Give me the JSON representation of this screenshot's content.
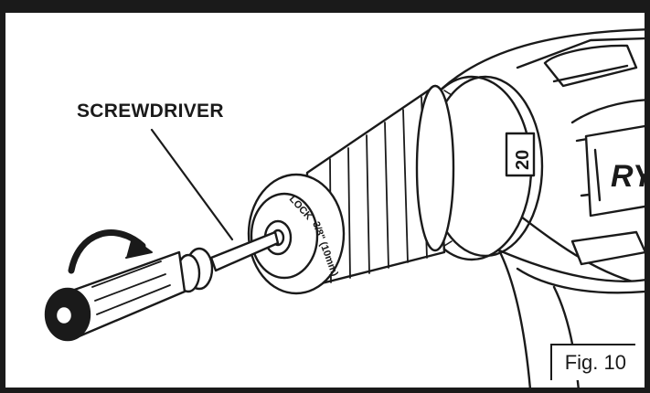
{
  "callout": {
    "label": "SCREWDRIVER"
  },
  "chuck": {
    "lock_text": "LOCK",
    "size_text": "3/8\" (10mm)"
  },
  "clutch": {
    "setting": "20"
  },
  "brand": {
    "partial": "RY"
  },
  "figure": {
    "label": "Fig. 10"
  }
}
